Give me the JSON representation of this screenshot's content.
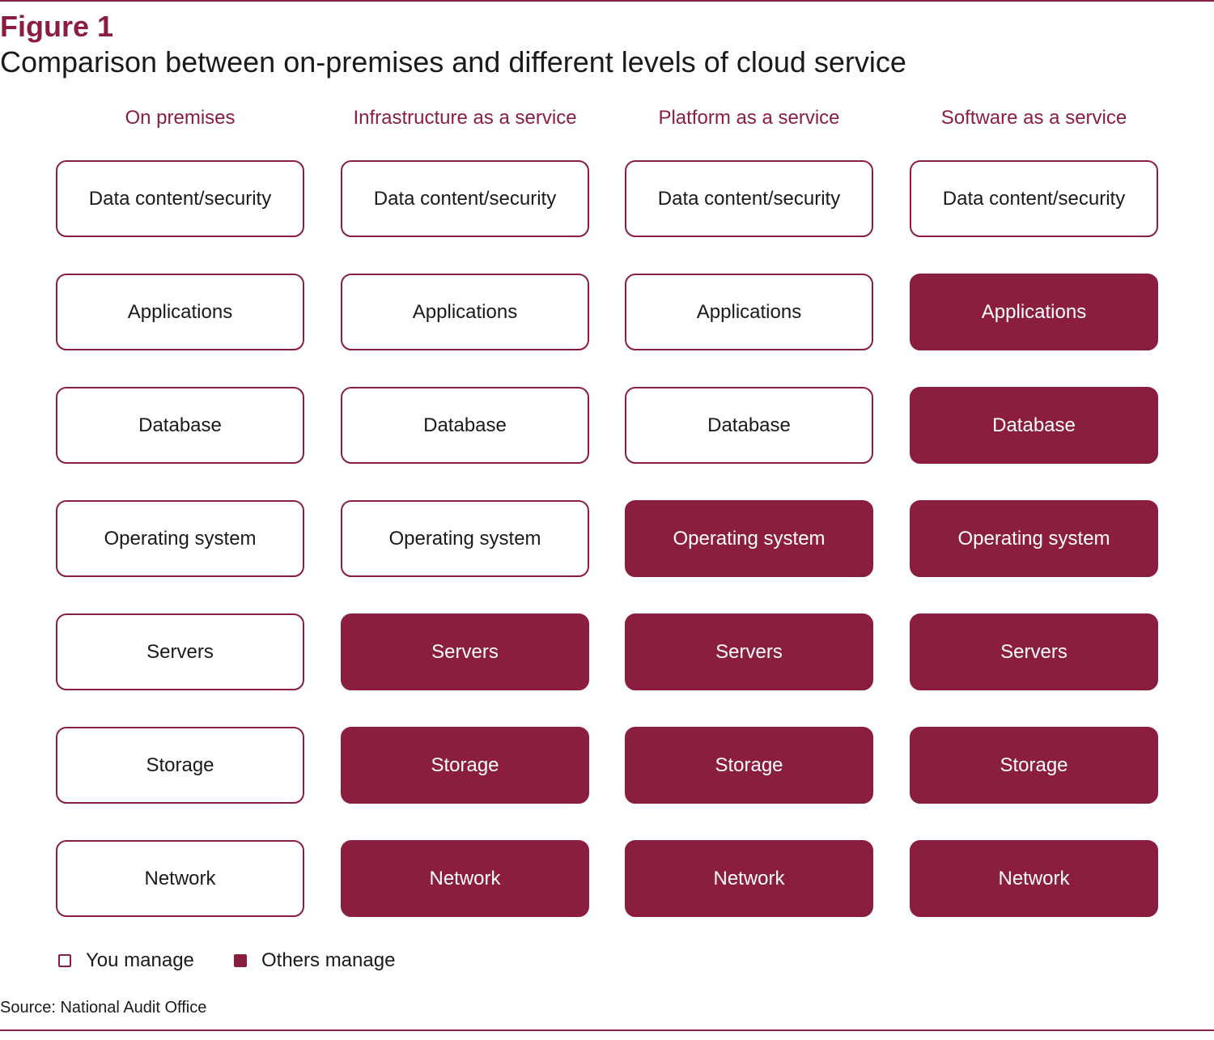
{
  "figure": {
    "label": "Figure 1",
    "title": "Comparison between on-premises and different levels of cloud service"
  },
  "columns": [
    {
      "header": "On premises",
      "layers": [
        {
          "label": "Data content/security",
          "managed_by": "you"
        },
        {
          "label": "Applications",
          "managed_by": "you"
        },
        {
          "label": "Database",
          "managed_by": "you"
        },
        {
          "label": "Operating system",
          "managed_by": "you"
        },
        {
          "label": "Servers",
          "managed_by": "you"
        },
        {
          "label": "Storage",
          "managed_by": "you"
        },
        {
          "label": "Network",
          "managed_by": "you"
        }
      ]
    },
    {
      "header": "Infrastructure as a service",
      "layers": [
        {
          "label": "Data content/security",
          "managed_by": "you"
        },
        {
          "label": "Applications",
          "managed_by": "you"
        },
        {
          "label": "Database",
          "managed_by": "you"
        },
        {
          "label": "Operating system",
          "managed_by": "you"
        },
        {
          "label": "Servers",
          "managed_by": "others"
        },
        {
          "label": "Storage",
          "managed_by": "others"
        },
        {
          "label": "Network",
          "managed_by": "others"
        }
      ]
    },
    {
      "header": "Platform as a service",
      "layers": [
        {
          "label": "Data content/security",
          "managed_by": "you"
        },
        {
          "label": "Applications",
          "managed_by": "you"
        },
        {
          "label": "Database",
          "managed_by": "you"
        },
        {
          "label": "Operating system",
          "managed_by": "others"
        },
        {
          "label": "Servers",
          "managed_by": "others"
        },
        {
          "label": "Storage",
          "managed_by": "others"
        },
        {
          "label": "Network",
          "managed_by": "others"
        }
      ]
    },
    {
      "header": "Software as a service",
      "layers": [
        {
          "label": "Data content/security",
          "managed_by": "you"
        },
        {
          "label": "Applications",
          "managed_by": "others"
        },
        {
          "label": "Database",
          "managed_by": "others"
        },
        {
          "label": "Operating system",
          "managed_by": "others"
        },
        {
          "label": "Servers",
          "managed_by": "others"
        },
        {
          "label": "Storage",
          "managed_by": "others"
        },
        {
          "label": "Network",
          "managed_by": "others"
        }
      ]
    }
  ],
  "legend": {
    "you_manage": "You manage",
    "others_manage": "Others manage"
  },
  "source": "Source: National Audit Office",
  "colors": {
    "accent": "#8b1e3f",
    "text": "#1a1a1a",
    "background": "#ffffff"
  }
}
